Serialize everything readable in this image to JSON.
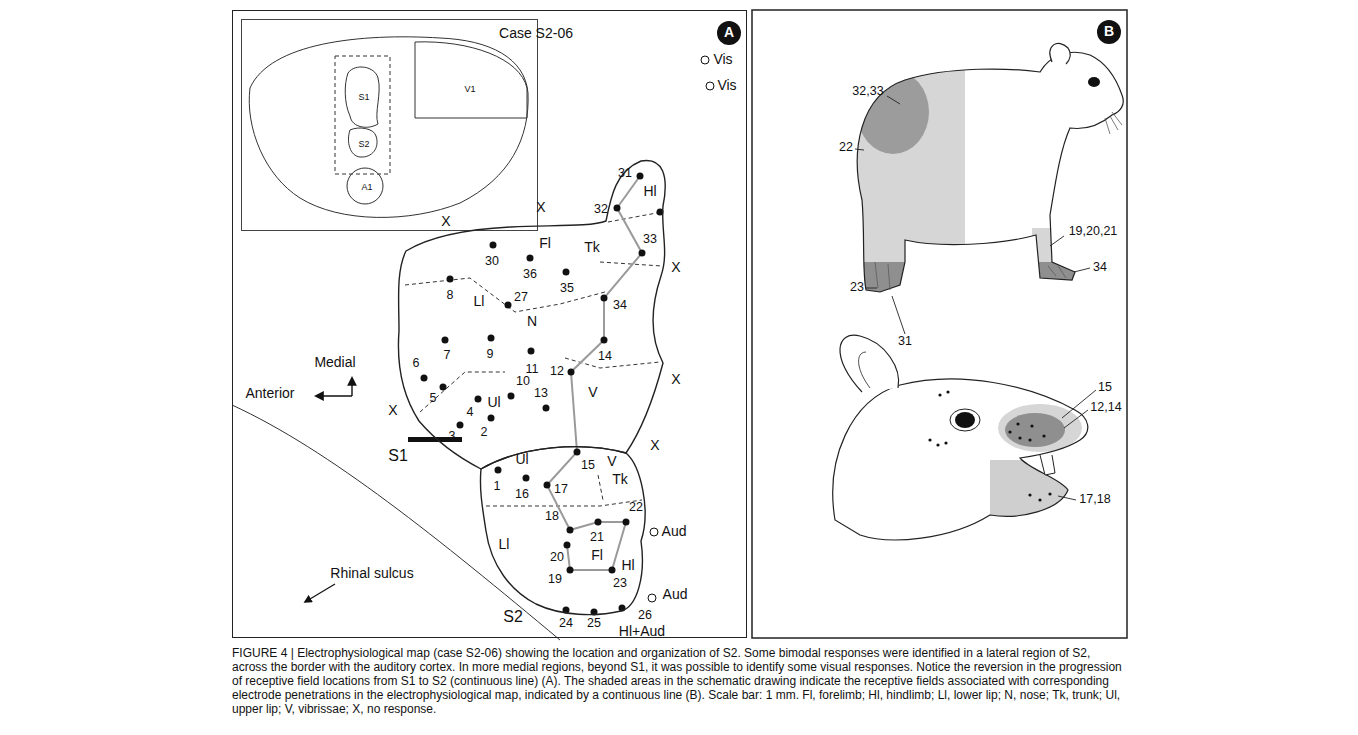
{
  "diagram": {
    "caption": "FIGURE 4 | Electrophysiological map (case S2-06) showing the location and organization of S2. Some bimodal responses were identified in a lateral region of S2, across the border with the auditory cortex. In more medial regions, beyond S1, it was possible to identify some visual responses. Notice the reversion in the progression of receptive field locations from S1 to S2 (continuous line) (A). The shaded areas in the schematic drawing indicate the receptive fields associated with corresponding electrode penetrations in the electrophysiological map, indicated by a continuous line (B). Scale bar: 1 mm. Fl, forelimb; Hl, hindlimb; Ll, lower lip; N, nose; Tk, trunk; Ul, upper lip; V, vibrissae; X, no response.",
    "nodes": [
      {
        "text": [
          "Case S2-06"
        ]
      },
      {
        "text": [
          "A"
        ],
        "in": 0
      },
      {
        "text": [
          "V1",
          "S1",
          "S2",
          "A1"
        ],
        "in": 0
      },
      {
        "text": [
          "S1"
        ],
        "in": 0
      },
      {
        "text": [
          "S2"
        ],
        "in": 0
      },
      {
        "text": [
          "B"
        ]
      }
    ],
    "labels": [
      "Vis",
      "Vis",
      "31",
      "Hl",
      "X",
      "32",
      "X",
      "Fl",
      "Tk",
      "33",
      "X",
      "30",
      "36",
      "35",
      "8",
      "Ll",
      "27",
      "N",
      "34",
      "7",
      "9",
      "11",
      "14",
      "6",
      "10",
      "5",
      "Ul",
      "4",
      "13",
      "12",
      "V",
      "X",
      "3",
      "2",
      "X",
      "Ul",
      "15",
      "V",
      "X",
      "1",
      "16",
      "17",
      "Tk",
      "Ll",
      "18",
      "21",
      "22",
      "20",
      "Fl",
      "Hl",
      "19",
      "23",
      "Aud",
      "24",
      "25",
      "26",
      "Aud",
      "Hl+Aud",
      "Medial",
      "Anterior",
      "Rhinal sulcus",
      "32,33",
      "22",
      "19,20,21",
      "23",
      "31",
      "34",
      "15",
      "12,14",
      "17,18"
    ]
  }
}
